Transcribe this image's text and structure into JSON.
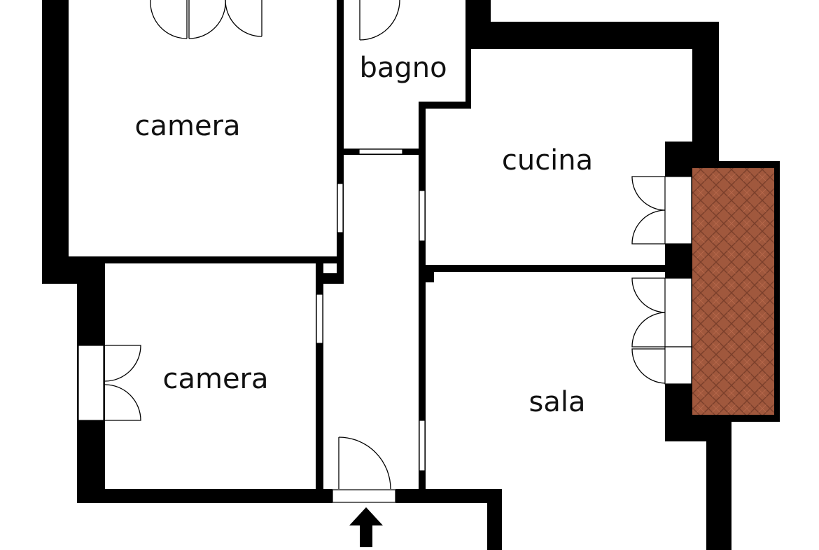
{
  "plan": {
    "rooms": [
      {
        "id": "camera-top",
        "label": "camera"
      },
      {
        "id": "bagno",
        "label": "bagno"
      },
      {
        "id": "cucina",
        "label": "cucina"
      },
      {
        "id": "camera-bottom",
        "label": "camera"
      },
      {
        "id": "sala",
        "label": "sala"
      }
    ],
    "colors": {
      "wall": "#000000",
      "floor": "#ffffff",
      "balcony_tile": "#a0583d",
      "balcony_grout": "#7a3f2b"
    },
    "icons": {
      "entrance": "arrow-up-icon"
    }
  }
}
